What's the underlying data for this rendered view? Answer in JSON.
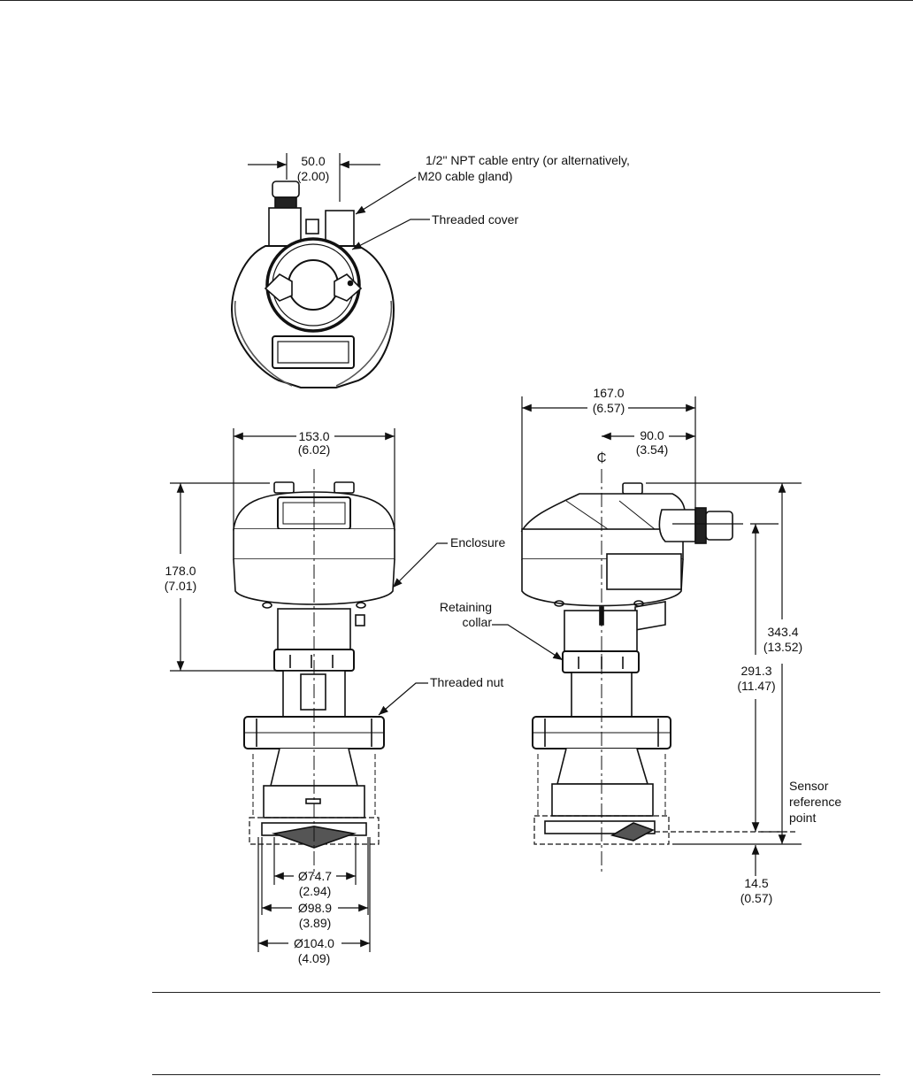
{
  "colors": {
    "ink": "#111111",
    "background": "#ffffff",
    "shade": "#555555"
  },
  "top_view": {
    "width_dim": {
      "mm": "50.0",
      "in": "(2.00)"
    },
    "cable_entry_label": [
      "1/2\" NPT cable entry (or alternatively,",
      "M20 cable gland)"
    ],
    "threaded_cover_label": "Threaded cover"
  },
  "front_view": {
    "width_dim": {
      "mm": "153.0",
      "in": "(6.02)"
    },
    "height_dim": {
      "mm": "178.0",
      "in": "(7.01)"
    },
    "enclosure_label": "Enclosure",
    "threaded_nut_label": "Threaded nut",
    "dia_inner": {
      "mm": "Ø74.7",
      "in": "(2.94)"
    },
    "dia_mid": {
      "mm": "Ø98.9",
      "in": "(3.89)"
    },
    "dia_outer": {
      "mm": "Ø104.0",
      "in": "(4.09)"
    }
  },
  "side_view": {
    "width_dim": {
      "mm": "167.0",
      "in": "(6.57)"
    },
    "offset_dim": {
      "mm": "90.0",
      "in": "(3.54)"
    },
    "centerline_symbol": "₵",
    "retaining_collar_label": [
      "Retaining",
      "collar"
    ],
    "total_height_dim": {
      "mm": "343.4",
      "in": "(13.52)"
    },
    "ref_height_dim": {
      "mm": "291.3",
      "in": "(11.47)"
    },
    "sensor_ref_label": [
      "Sensor",
      "reference",
      "point"
    ],
    "bottom_dim": {
      "mm": "14.5",
      "in": "(0.57)"
    }
  }
}
